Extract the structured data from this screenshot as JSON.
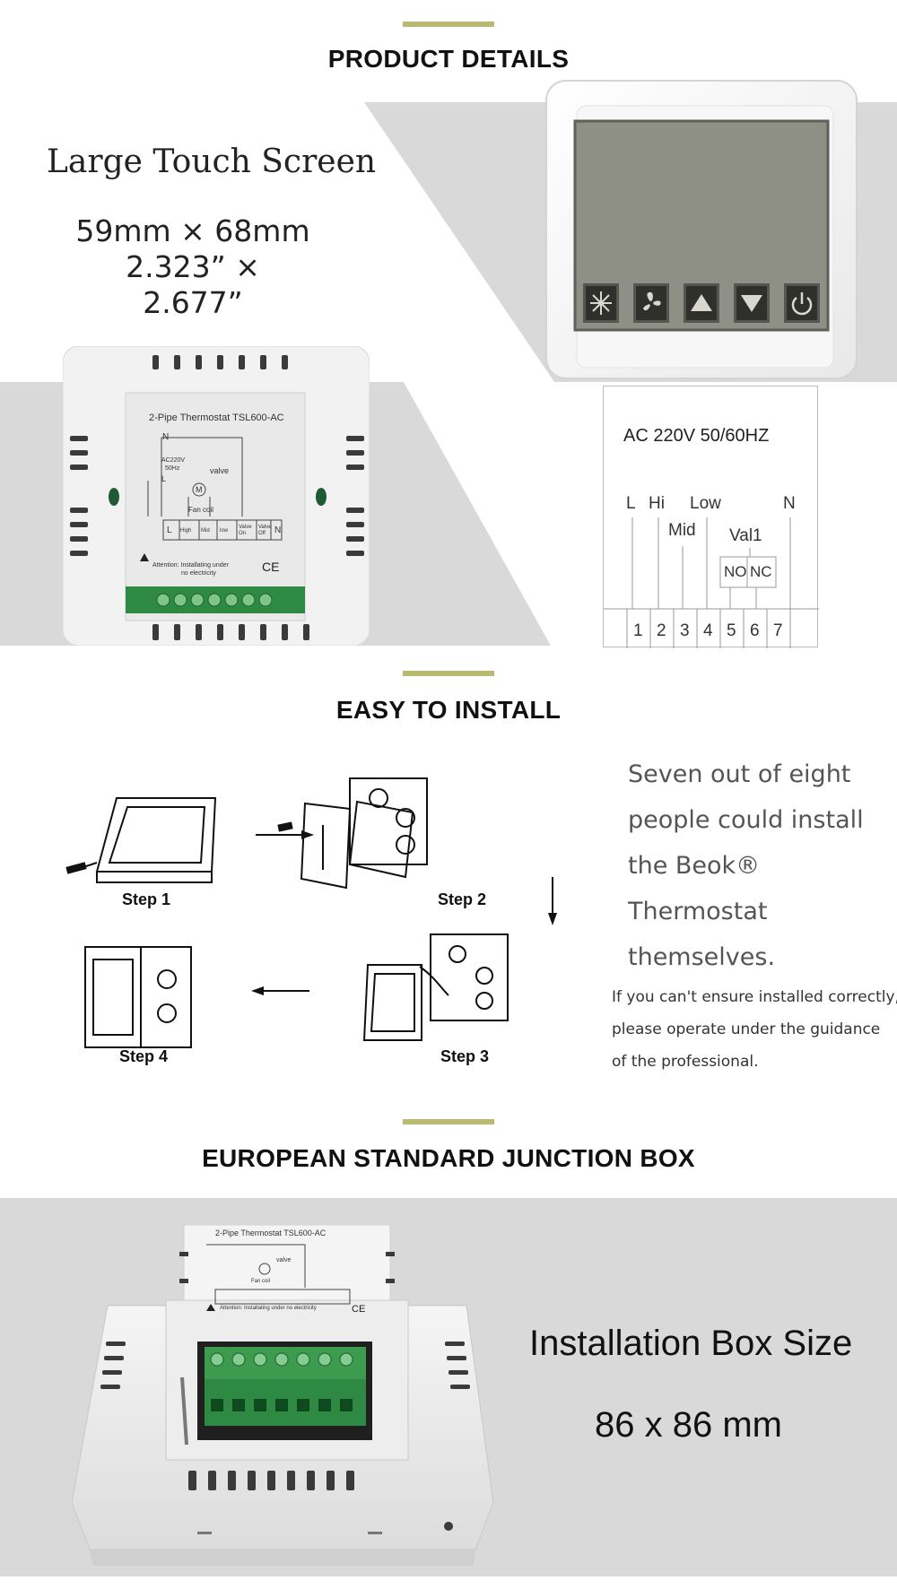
{
  "sections": {
    "product_details": {
      "title": "PRODUCT DETAILS",
      "screen_title": "Large Touch Screen",
      "dims_mm": "59mm × 68mm",
      "dims_in": "2.323” × 2.677”",
      "back_label_title": "2-Pipe Thermostat  TSL600-AC",
      "back_label_n": "N",
      "back_label_ac": "AC220V",
      "back_label_hz": "50Hz",
      "back_label_l": "L",
      "back_label_m": "M",
      "back_label_valve": "valve",
      "back_label_fancoil": "Fan coil",
      "back_label_terminals": [
        "L",
        "High",
        "Mid",
        "low",
        "Valve On",
        "Valve Off",
        "N"
      ],
      "back_attention_1": "Attention: Installating under",
      "back_attention_2": "no electricity",
      "back_ce": "CE",
      "wiring": {
        "supply": "AC 220V 50/60HZ",
        "labels": [
          "L",
          "Hi",
          "Low",
          "N",
          "Mid",
          "Val1"
        ],
        "contacts": [
          "NO",
          "NC"
        ],
        "terminals": [
          "1",
          "2",
          "3",
          "4",
          "5",
          "6",
          "7"
        ]
      }
    },
    "easy_install": {
      "title": "EASY TO INSTALL",
      "steps": [
        "Step 1",
        "Step 2",
        "Step 3",
        "Step 4"
      ],
      "claim_lines": [
        "Seven out of eight",
        "people could install",
        "the Beok® Thermostat",
        "themselves."
      ],
      "note_lines": [
        "If you can't ensure installed correctly,",
        "please operate under the guidance",
        "of the professional."
      ]
    },
    "junction_box": {
      "title": "EUROPEAN STANDARD JUNCTION BOX",
      "box_label": "Installation Box Size",
      "box_size": "86 x 86 mm",
      "label_title": "2-Pipe Thermostat  TSL600-AC",
      "label_valve": "valve",
      "label_fancoil": "Fan coil",
      "label_attention": "Attention: Installating under no electricity",
      "label_ce": "CE"
    }
  },
  "colors": {
    "accent": "#b9ba72",
    "band_grey": "#d9d9d9",
    "lcd": "#8e8f85",
    "terminal_green": "#3c9b4e"
  },
  "icons": [
    "snowflake-sun-icon",
    "fan-icon",
    "up-arrow-icon",
    "down-arrow-icon",
    "power-icon"
  ]
}
